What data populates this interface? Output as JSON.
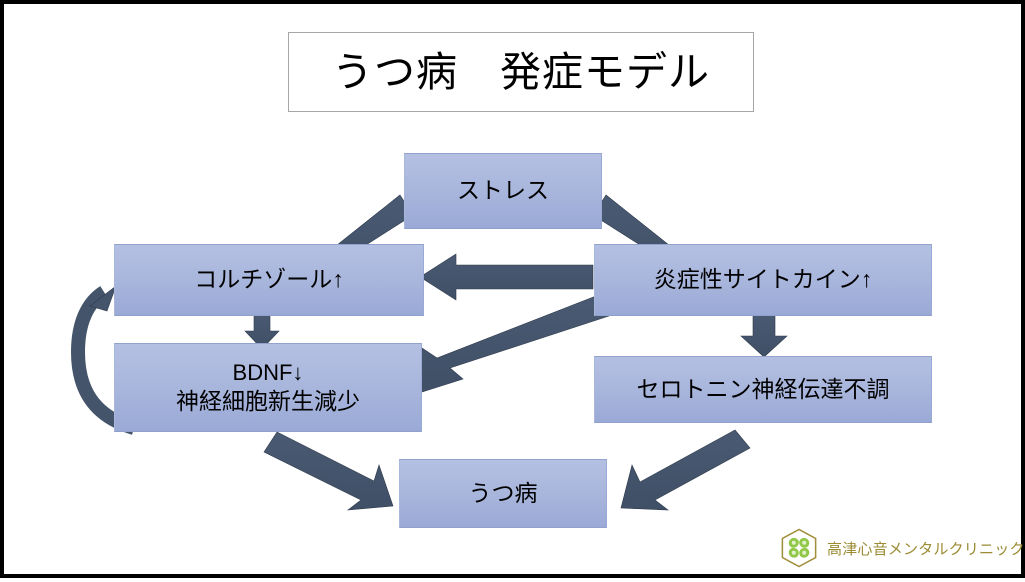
{
  "slide": {
    "title": "うつ病　発症モデル",
    "background_color": "#ffffff",
    "frame_color": "#000000"
  },
  "theme": {
    "node_fill_top": "#b4c0e2",
    "node_fill_bottom": "#9aaad6",
    "node_border": "#93a2cd",
    "arrow_color": "#44546a",
    "title_border": "#a6a6a6",
    "logo_gold": "#9b8b33",
    "logo_green": "#8cc63f"
  },
  "nodes": [
    {
      "id": "stress",
      "label": "ストレス"
    },
    {
      "id": "cortisol",
      "label": "コルチゾール↑"
    },
    {
      "id": "cytokine",
      "label": "炎症性サイトカイン↑"
    },
    {
      "id": "bdnf",
      "label_line1": "BDNF↓",
      "label_line2": "神経細胞新生減少"
    },
    {
      "id": "serotonin",
      "label": "セロトニン神経伝達不調"
    },
    {
      "id": "depression",
      "label": "うつ病"
    }
  ],
  "arrows": [
    {
      "id": "stress-to-cortisol",
      "from": "stress",
      "to": "cortisol",
      "shape": "diagonal-down-left"
    },
    {
      "id": "stress-to-cytokine",
      "from": "stress",
      "to": "cytokine",
      "shape": "diagonal-down-right"
    },
    {
      "id": "cytokine-to-cortisol",
      "from": "cytokine",
      "to": "cortisol",
      "shape": "horizontal-left"
    },
    {
      "id": "cortisol-to-bdnf",
      "from": "cortisol",
      "to": "bdnf",
      "shape": "vertical-down"
    },
    {
      "id": "cytokine-to-bdnf",
      "from": "cytokine",
      "to": "bdnf",
      "shape": "diagonal-down-left"
    },
    {
      "id": "cytokine-to-serotonin",
      "from": "cytokine",
      "to": "serotonin",
      "shape": "vertical-down"
    },
    {
      "id": "bdnf-to-cortisol-loop",
      "from": "bdnf",
      "to": "cortisol",
      "shape": "curved-left-loop"
    },
    {
      "id": "bdnf-to-depression",
      "from": "bdnf",
      "to": "depression",
      "shape": "diagonal-down-right"
    },
    {
      "id": "serotonin-to-depression",
      "from": "serotonin",
      "to": "depression",
      "shape": "diagonal-down-left"
    }
  ],
  "logo": {
    "name": "高津心音メンタルクリニック",
    "mark": "hexagon-clover-logo"
  }
}
